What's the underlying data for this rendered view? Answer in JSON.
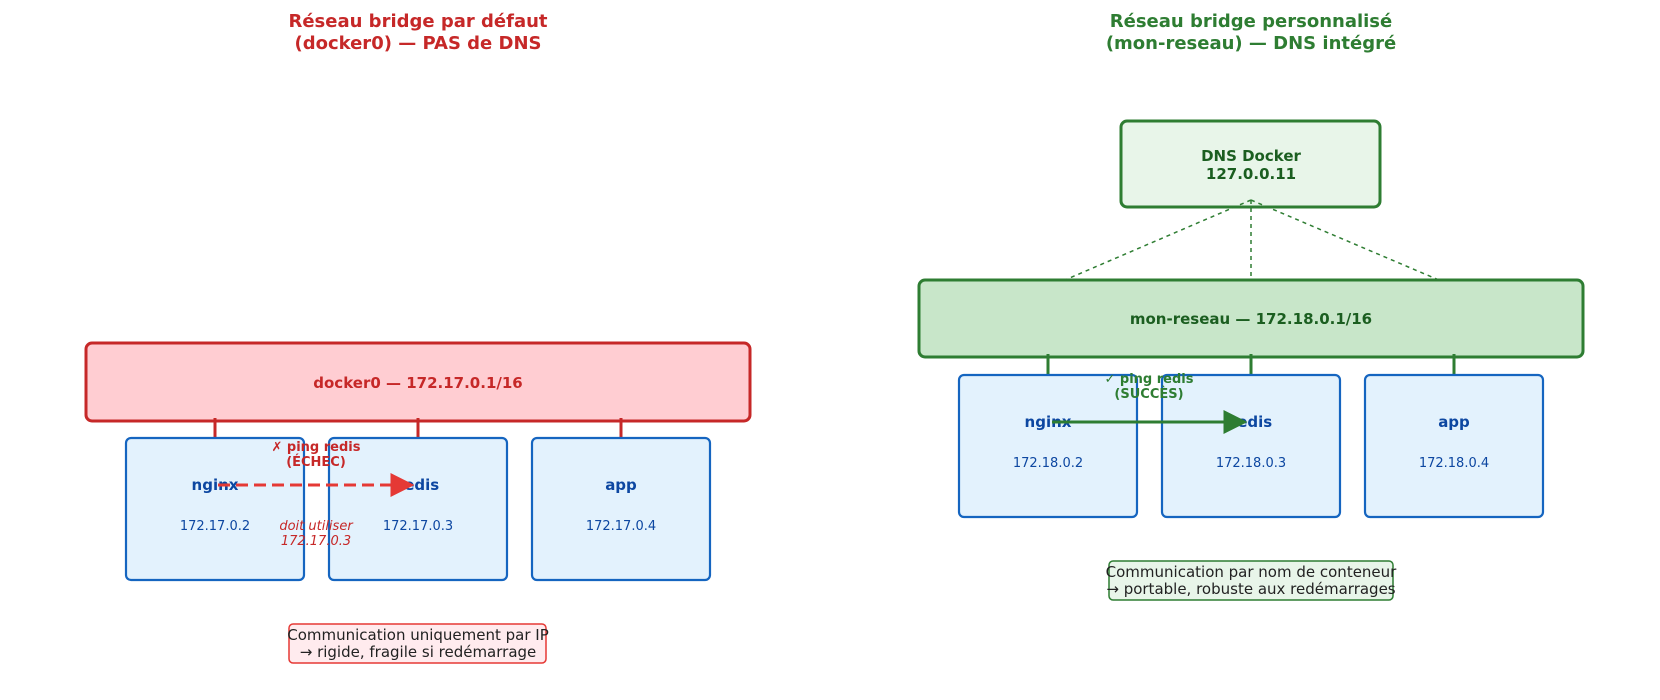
{
  "colors": {
    "red": "#c62828",
    "red_fill": "#ffcdd2",
    "red_note_fill": "#ffebee",
    "red_dash": "#e53935",
    "green": "#2e7d32",
    "green_dark": "#1b5e20",
    "green_fill": "#c8e6c9",
    "green_light_fill": "#e8f5e9",
    "blue": "#1565c0",
    "blue_text": "#0d47a1",
    "container_fill": "#e3f2fd"
  },
  "left": {
    "title_line1": "Réseau bridge par défaut",
    "title_line2": "(docker0) — PAS de DNS",
    "bridge_label": "docker0 — 172.17.0.1/16",
    "containers": [
      {
        "name": "nginx",
        "ip": "172.17.0.2"
      },
      {
        "name": "redis",
        "ip": "172.17.0.3"
      },
      {
        "name": "app",
        "ip": "172.17.0.4"
      }
    ],
    "ping_line1": "✗ ping redis",
    "ping_line2": "(ÉCHEC)",
    "hint_line1": "doit utiliser",
    "hint_line2": "172.17.0.3",
    "note_line1": "Communication uniquement par IP",
    "note_line2": "→ rigide, fragile si redémarrage"
  },
  "right": {
    "title_line1": "Réseau bridge personnalisé",
    "title_line2": "(mon-reseau) — DNS intégré",
    "dns_line1": "DNS Docker",
    "dns_line2": "127.0.0.11",
    "bridge_label": "mon-reseau — 172.18.0.1/16",
    "containers": [
      {
        "name": "nginx",
        "ip": "172.18.0.2"
      },
      {
        "name": "redis",
        "ip": "172.18.0.3"
      },
      {
        "name": "app",
        "ip": "172.18.0.4"
      }
    ],
    "ping_line1": "✓ ping redis",
    "ping_line2": "(SUCCÈS)",
    "note_line1": "Communication par nom de conteneur",
    "note_line2": "→ portable, robuste aux redémarrages"
  }
}
